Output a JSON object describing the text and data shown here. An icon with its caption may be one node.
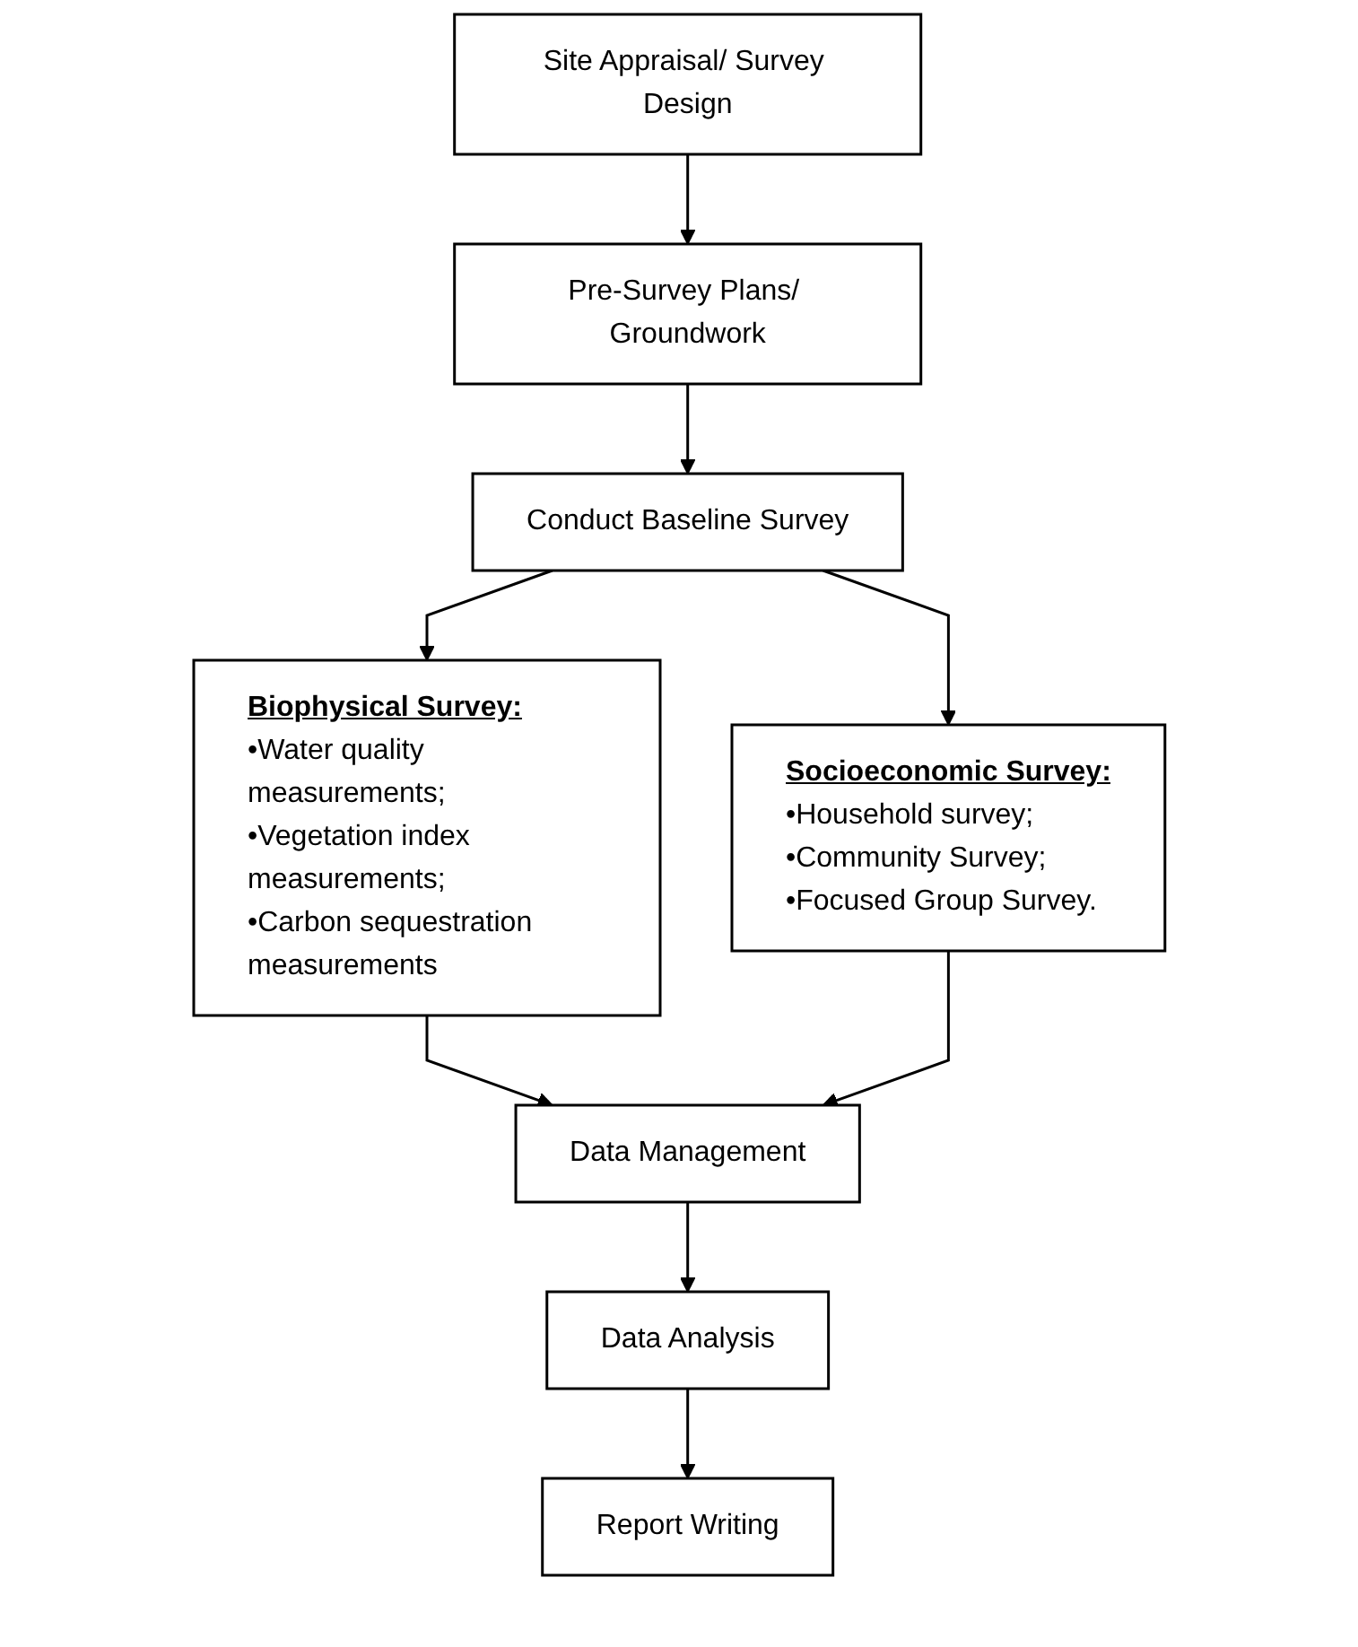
{
  "diagram": {
    "nodes": [
      {
        "text": [
          "Site Appraisal/ Survey Design"
        ]
      },
      {
        "text": [
          "Pre-Survey Plans/ Groundwork"
        ]
      },
      {
        "text": [
          "Conduct Baseline Survey"
        ]
      },
      {
        "text": [
          "Biophysical Survey:",
          "•Water quality measurements;",
          "•Vegetation index measurements;",
          "•Carbon sequestration measurements"
        ]
      },
      {
        "text": [
          "Socioeconomic Survey:",
          "•Household survey;",
          "•Community Survey;",
          "•Focused Group Survey."
        ]
      },
      {
        "text": [
          "Data Management"
        ]
      },
      {
        "text": [
          "Data Analysis"
        ]
      },
      {
        "text": [
          "Report Writing"
        ]
      }
    ],
    "edges": [
      {
        "from": 0,
        "to": 1,
        "arrow": "to"
      },
      {
        "from": 1,
        "to": 2,
        "arrow": "to"
      },
      {
        "from": 2,
        "to": 3,
        "arrow": "to"
      },
      {
        "from": 2,
        "to": 4,
        "arrow": "to"
      },
      {
        "from": 3,
        "to": 5,
        "arrow": "to"
      },
      {
        "from": 4,
        "to": 5,
        "arrow": "to"
      },
      {
        "from": 5,
        "to": 6,
        "arrow": "to"
      },
      {
        "from": 6,
        "to": 7,
        "arrow": "to"
      }
    ]
  }
}
